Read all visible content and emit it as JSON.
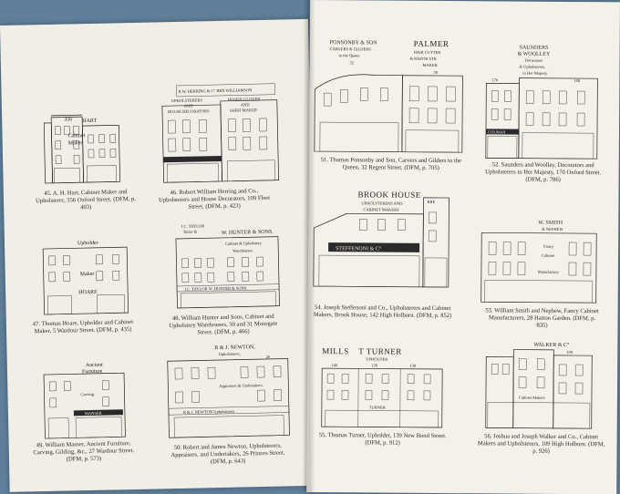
{
  "captions": {
    "c45": "45. A. H. Hart, Cabinet Maker and Upholsterer, 356 Oxford Street. (DFM, p. 403)",
    "c46": "46. Robert William Herring and Co., Upholsterers and House Decorators, 109 Fleet Street. (DFM, p. 423)",
    "c47": "47. Thomas Hoare, Upholder and Cabinet Maker, 5 Wardour Street. (DFM, p. 435)",
    "c48": "48. William Hunter and Sons, Cabinet and Upholstery Warehouses, 30 and 31 Moorgate Street. (DFM, p. 466)",
    "c49": "49. William Manser, Ancient Furniture, Carving, Gilding, &c., 27 Wardour Street. (DFM, p. 573)",
    "c50": "50. Robert and James Newton, Upholsterers, Appraisers, and Undertakers, 26 Princes Street. (DFM, p. 643)",
    "c51": "51. Thomas Ponsonby and Son, Carvers and Gilders to the Queen, 32 Regent Street. (DFM, p. 705)",
    "c52": "52. Saunders and Woolley, Decorators and Upholsterers to Her Majesty, 170 Oxford Street. (DFM, p. 786)",
    "c54": "54. Joseph Steffenoni and Co., Upholsterers and Cabinet Makers, Brook House, 142 High Holborn. (DFM, p. 852)",
    "c53": "53. William Smith and Nephew, Fancy Cabinet Manufacturers, 28 Hatton Garden. (DFM, p. 835)",
    "c55": "55. Thomas Turner, Upholder, 139 New Bond Street. (DFM, p. 912)",
    "c56": "56. Joshua and Joseph Walker and Co., Cabinet Makers and Upholsterers, 109 High Holborn. (DFM, p. 926)"
  },
  "signs": {
    "p45_name": "HART",
    "p45_num": "356",
    "p45_trade1": "Cabinet",
    "p45_trade2": "Maker",
    "p46_top": "R.W. HERRING & C°   BEN WILLIAMSON",
    "p46_l1": "UPHOLSTERERS",
    "p46_l2": "AND",
    "p46_l3": "HOUSE DECORATORS",
    "p46_r1": "HOSIER GLOVER",
    "p46_r2": "AND",
    "p46_r3": "SHIRT MAKER",
    "p47_top": "Upholder",
    "p47_mid": "Maker",
    "p47_name": "HOARE",
    "p48_a": "J.C. TAYLOR",
    "p48_b": "Tailor &",
    "p48_c": "W. HUNTER & SONS.",
    "p48_d": "Cabinet & Upholstery",
    "p48_e": "Warehouses",
    "p48_f": "J.C. TAYLOR   W. HUNTER & SONS.",
    "p49_a": "Ancient",
    "p49_b": "Furniture",
    "p49_c": "Carving",
    "p49_d": "MANSER",
    "p50_a": "R & J. NEWTON,",
    "p50_b": "Upholsterers,",
    "p50_c": "Appraisers & Undertakers.",
    "p50_d": "R & J. NEWTON   Upholsterers",
    "p50_num": "26",
    "p51_a": "PONSONBY & SON",
    "p51_b": "CARVERS & GILDERS",
    "p51_c": "to the Queen",
    "p51_num": "32",
    "p51_d": "PALMER",
    "p51_e": "HAIR CUTTER",
    "p51_f": "& RAZOR STR",
    "p51_g": "MAKER",
    "p51_num2": "30",
    "p52_a": "SAUNDERS",
    "p52_b": "& WOOLLEY",
    "p52_c": "Decorators",
    "p52_d": "& Upholsterers,",
    "p52_e": "to Her Majesty",
    "p52_num": "168",
    "p52_num2": "170",
    "p52_f": "COLMAN",
    "p54_a": "BROOK HOUSE",
    "p54_b": "UPHOLSTERERS AND",
    "p54_c": "CABINET MAKERS",
    "p54_d": "STEFFENONI & C°",
    "p54_e": "BRE",
    "p53_a": "W. SMITH",
    "p53_b": "& NEPHEW",
    "p53_c": "Fancy",
    "p53_d": "Cabinet",
    "p53_e": "Manufactory",
    "p55_a": "MILLS",
    "p55_b": "T TURNER",
    "p55_c": "UPHOLDER",
    "p55_n1": "140",
    "p55_n2": "139",
    "p55_n3": "138",
    "p55_d": "TURNER",
    "p56_a": "WALKER & C°",
    "p56_b": "Cabinet Makers",
    "p56_num": "109"
  }
}
